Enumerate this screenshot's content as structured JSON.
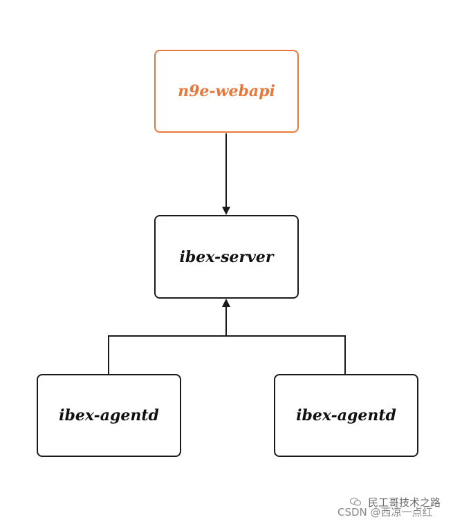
{
  "nodes": {
    "webapi": {
      "label": "n9e-webapi",
      "color": "#e8773a"
    },
    "server": {
      "label": "ibex-server"
    },
    "agent_left": {
      "label": "ibex-agentd"
    },
    "agent_right": {
      "label": "ibex-agentd"
    }
  },
  "edges": [
    {
      "from": "n9e-webapi",
      "to": "ibex-server"
    },
    {
      "from": "ibex-agentd",
      "to": "ibex-server"
    },
    {
      "from": "ibex-agentd",
      "to": "ibex-server"
    }
  ],
  "colors": {
    "accent": "#e8773a",
    "stroke": "#1a1a1a"
  },
  "watermark": {
    "icon": "wechat-icon",
    "line1": "民工哥技术之路",
    "line2": "CSDN @西凉一点红"
  }
}
